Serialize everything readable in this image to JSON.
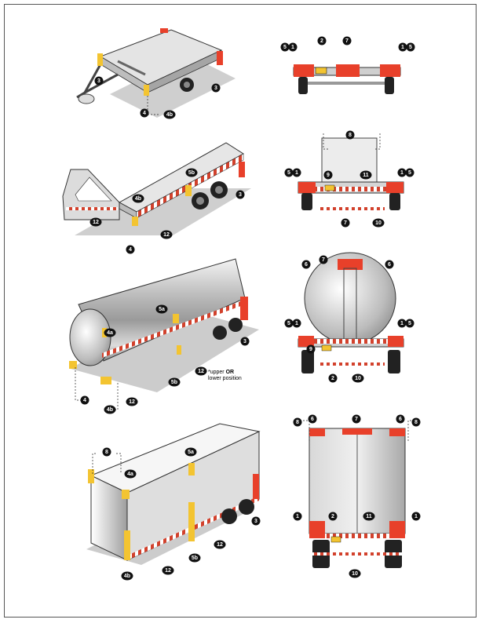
{
  "colors": {
    "red": "#e8402a",
    "amber": "#f3c431",
    "stripe_red": "#d2412c",
    "stripe_white": "#ffffff",
    "body_gray": "#d9d9d9",
    "shadow": "#c8c8c8",
    "callout_bg": "#111111"
  },
  "note": {
    "line1": "upper OR",
    "line2": "lower position",
    "asterisk": "*",
    "upper": "upper",
    "or": "OR"
  },
  "callouts": {
    "small_trailer": [
      "3",
      "3",
      "4",
      "4b"
    ],
    "small_rear": [
      "5",
      "1",
      "2",
      "7",
      "1",
      "5"
    ],
    "flatbed": [
      "5b",
      "3",
      "4b",
      "12",
      "4",
      "12"
    ],
    "flatbed_rear": [
      "8",
      "5",
      "1",
      "9",
      "11",
      "1",
      "5",
      "7",
      "10"
    ],
    "tanker": [
      "5a",
      "4a",
      "3",
      "12",
      "4",
      "4b",
      "12",
      "5b"
    ],
    "tanker_rear": [
      "7",
      "6",
      "6",
      "5",
      "1",
      "1",
      "5",
      "9",
      "2",
      "10"
    ],
    "van": [
      "8",
      "4a",
      "5a",
      "3",
      "12",
      "5b",
      "4b",
      "12"
    ],
    "van_rear": [
      "6",
      "7",
      "6",
      "8",
      "8",
      "1",
      "2",
      "11",
      "1",
      "10"
    ]
  }
}
